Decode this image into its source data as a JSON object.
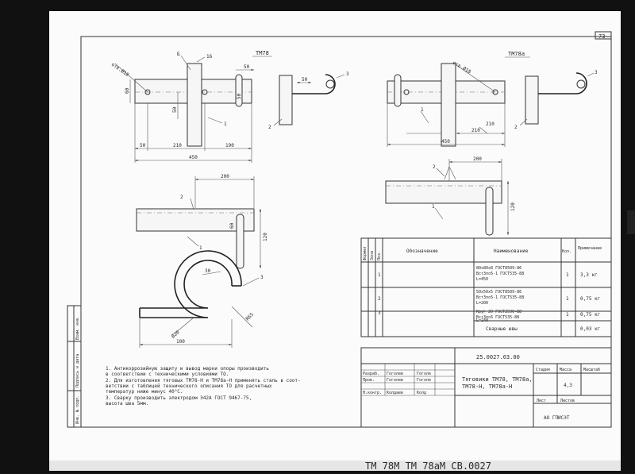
{
  "sheet_number": "73",
  "views": {
    "tm78": {
      "title": "ТМ78",
      "angle_label": "отв.Ø18",
      "leader_b": "Б",
      "leader_16": "16",
      "dims": {
        "top_50": "50",
        "vert_60": "60",
        "vert_50": "50",
        "v50": "50",
        "b50": "50",
        "b210": "210",
        "b190": "190",
        "total_450": "450"
      },
      "callouts": {
        "c1": "1",
        "c2": "2",
        "c3": "3"
      }
    },
    "tm78a": {
      "title": "ТМ78а",
      "angle_label": "отв.Ø18",
      "dim_50": "50",
      "dims": {
        "d210": "210",
        "d210b": "210",
        "total_450": "450"
      },
      "callouts": {
        "c1": "1",
        "c2": "2",
        "c3": "3"
      }
    },
    "rod_left": {
      "dim_200": "200",
      "dim_120": "120",
      "dim_60": "60",
      "callout_1": "1",
      "callout_2": "2"
    },
    "rod_right": {
      "dim_200": "200",
      "dim_120": "120",
      "callout_2": "2",
      "callout_1": "1"
    },
    "hook": {
      "dim_30": "30",
      "dim_r65": "R65",
      "dim_d20": "Ø20",
      "dim_100": "100",
      "callout_3": "3"
    }
  },
  "spec_table": {
    "side_header_1": "Формат",
    "side_header_2": "Зона",
    "side_header_3": "Поз.",
    "headers": {
      "designation": "Обозначение",
      "name": "Наименование",
      "qty": "Кол.",
      "note": "Примечание"
    },
    "rows": [
      {
        "pos": "1",
        "name_1": "80х80х8 ГОСТ8509-86",
        "name_2": "Вст3пс6-1 ГОСТ535-88",
        "name_3": "L=450",
        "qty": "1",
        "note": "3,3 кг"
      },
      {
        "pos": "2",
        "name_1": "50х50х5 ГОСТ8509-86",
        "name_2": "Вст3пс6-1 ГОСТ535-88",
        "name_3": "L=200",
        "qty": "1",
        "note": "0,75 кг"
      },
      {
        "pos": "3",
        "name_1": "Круг 20 ГОСТ2590-88",
        "name_2": "Вст3пс6 ГОСТ535-88",
        "name_3": "L=240",
        "qty": "1",
        "note": "0,75 кг"
      },
      {
        "pos": "",
        "name_1": "Сварные швы",
        "name_2": "",
        "name_3": "",
        "qty": "",
        "note": "0,03 кг"
      }
    ]
  },
  "notes": [
    "1.  Антикоррозийную защиту и вывод марки опоры производить",
    "     в соответствии с техническими условиями ТО.",
    "2.  Для изготовления тяговых ТМ78-Н и ТМ78а-Н применять сталь в соот-",
    "     ветствии с таблицей технического описания ТО для расчетных",
    "     температур ниже минус 40°С.",
    "3.  Сварку производить электродом Э42А ГОСТ 9467-75,",
    "     высота шва 5мм."
  ],
  "title_block": {
    "doc_code": "25.0027.03.00",
    "description_1": "Тяговики ТМ78, ТМ78а,",
    "description_2": "ТМ78-Н, ТМ78а-Н",
    "header_stage": "Стадия",
    "header_mass": "Масса",
    "header_scale": "Масштаб",
    "mass_value": "4,3",
    "sheet_label": "Лист",
    "sheets_label": "Листов",
    "company": "АО ГПИСЭТ",
    "roles": [
      {
        "role": "Разраб.",
        "name": "Гоголев",
        "sign": "Гоголе"
      },
      {
        "role": "Пров.",
        "name": "Гоголев",
        "sign": "Гоголе"
      },
      {
        "role": "Н.контр.",
        "name": "Колдаев",
        "sign": "Колд"
      }
    ]
  },
  "margin_labels": [
    "Взам. инв.",
    "Подпись и дата",
    "Инв. № подл."
  ],
  "bottom_cutoff_text": "ТМ 78М  ТМ 78аМ   СВ.0027"
}
